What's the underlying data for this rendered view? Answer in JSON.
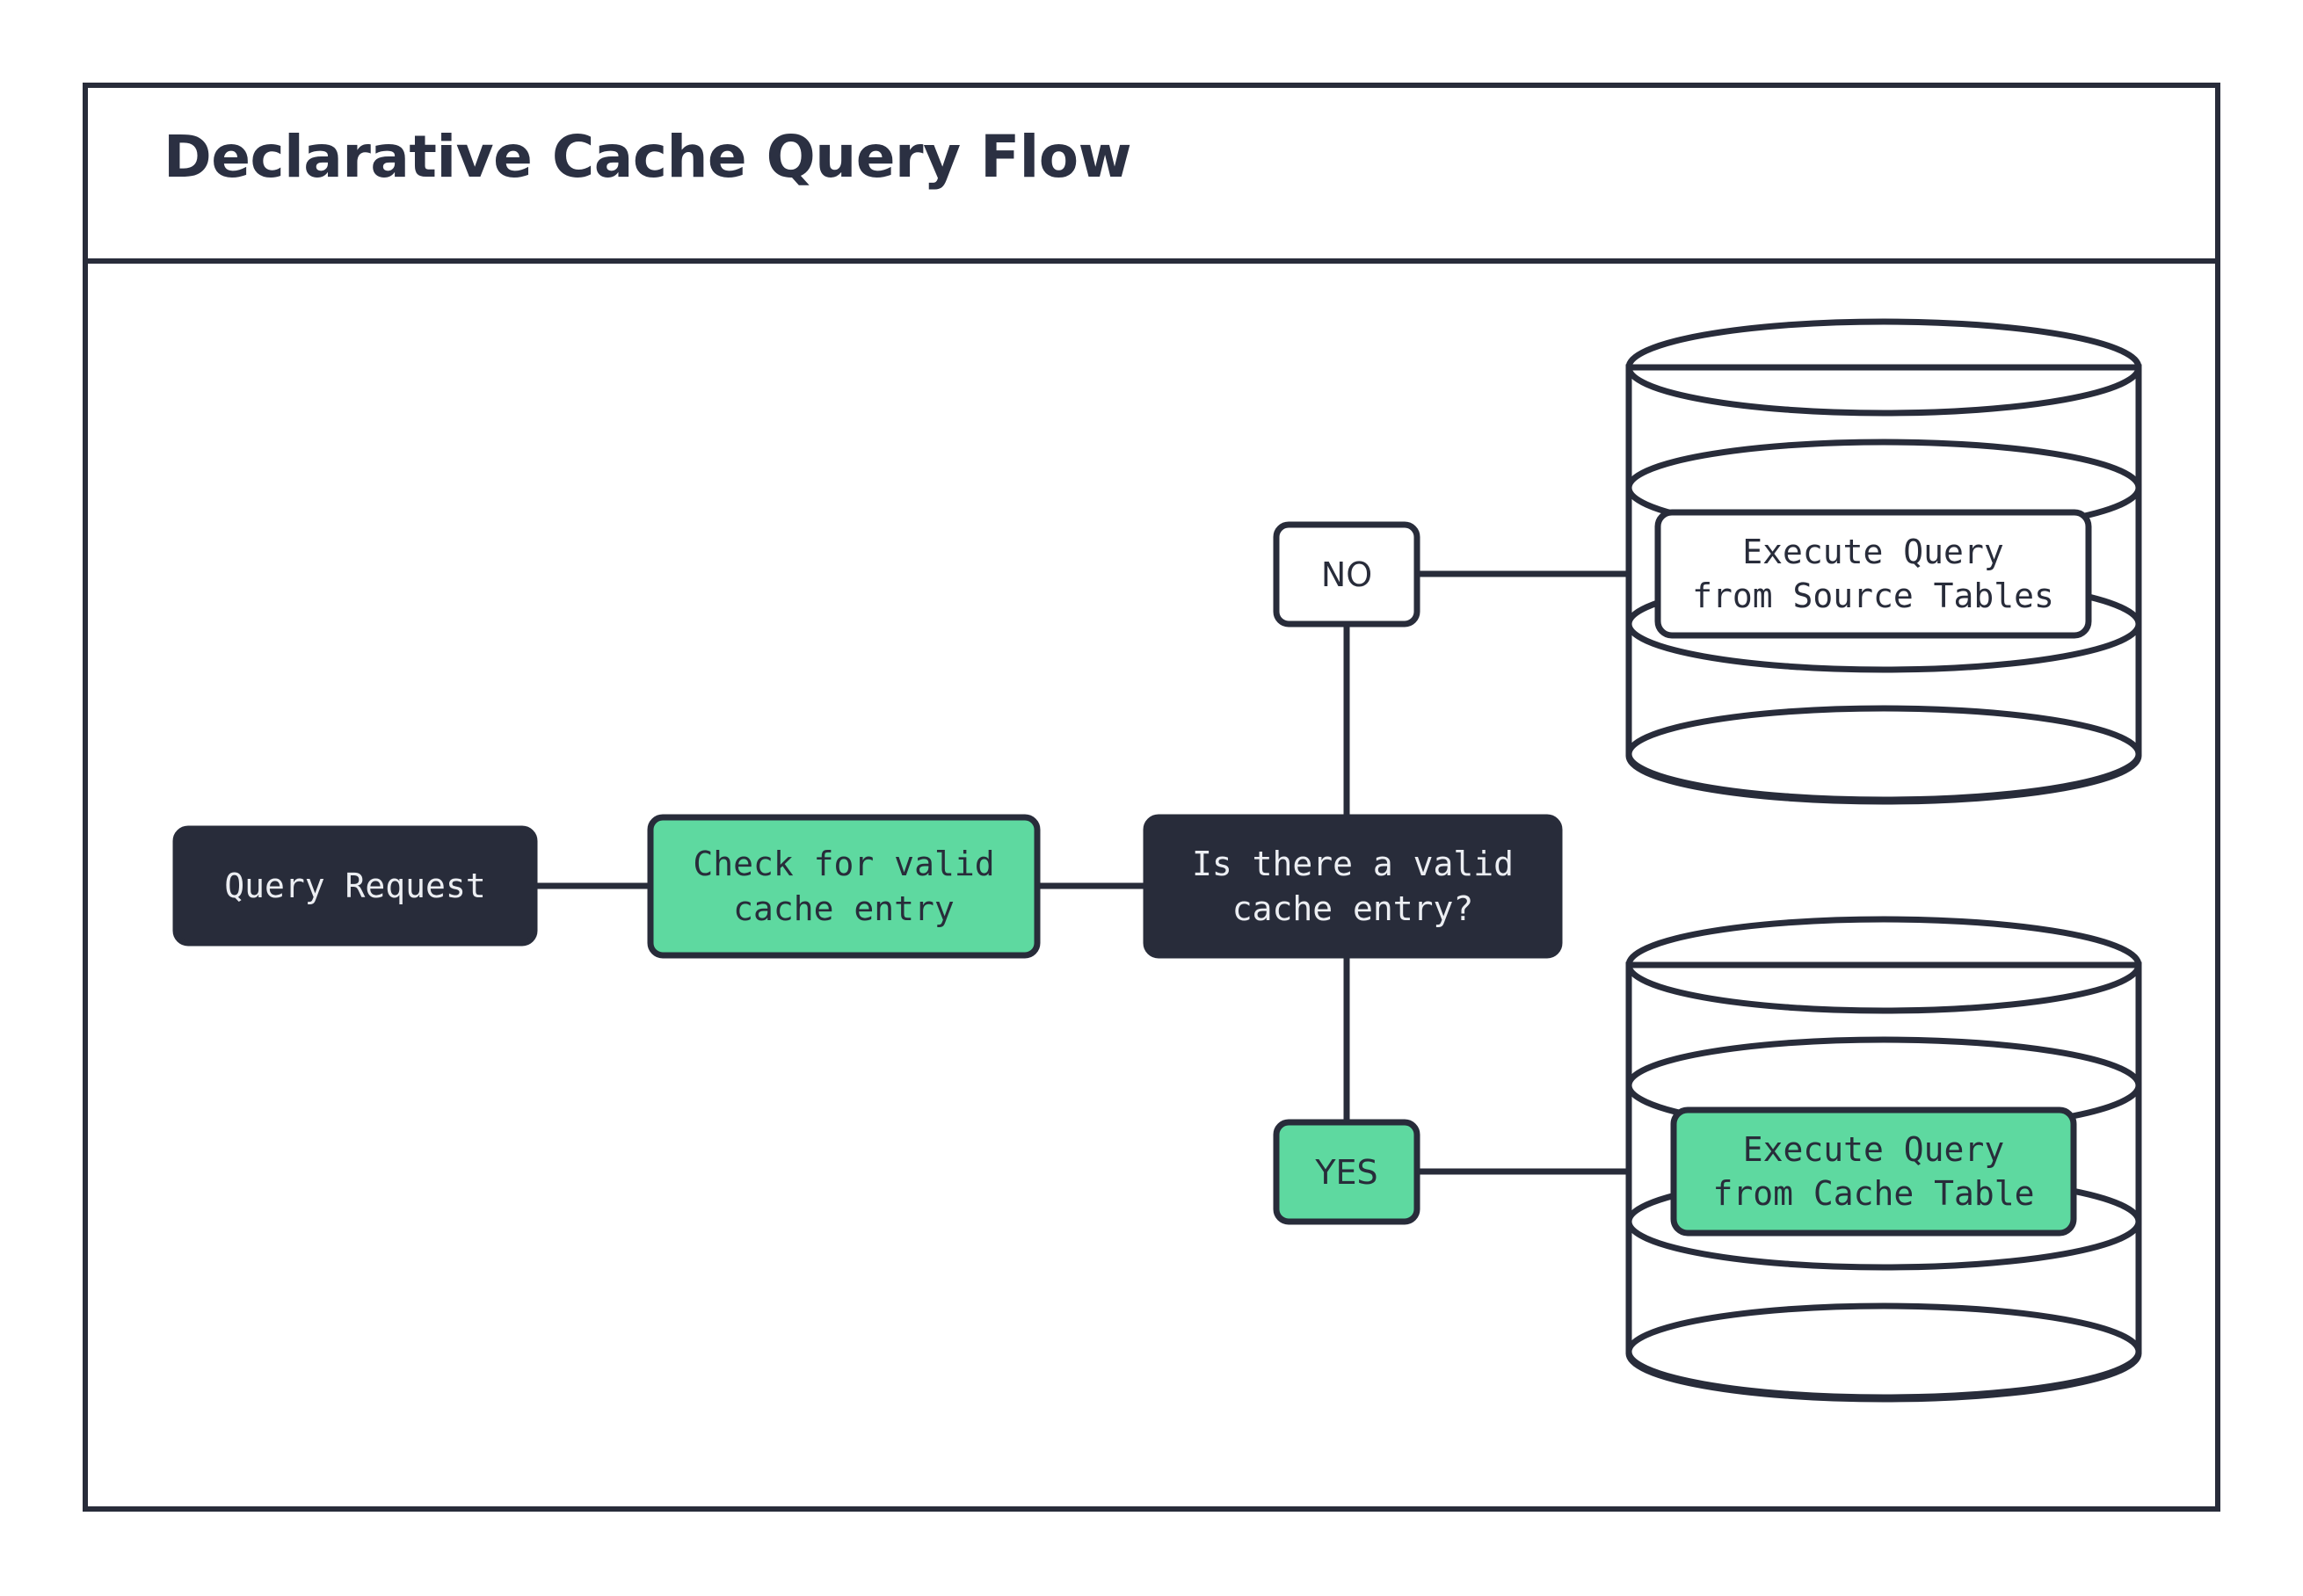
{
  "frame": {
    "title": "Declarative Cache Query Flow",
    "border_color": "#282c3a",
    "background_color": "#ffffff"
  },
  "palette": {
    "dark": "#282c3a",
    "green": "#5ed9a0",
    "white": "#ffffff",
    "text_on_dark": "#eceef2",
    "text_on_light": "#282c3a"
  },
  "diagram": {
    "type": "flowchart",
    "nodes": [
      {
        "id": "query-request",
        "label": "Query Request",
        "shape": "rounded-rect",
        "fill": "#282c3a",
        "text_color": "#eceef2"
      },
      {
        "id": "check-cache",
        "label": "Check for valid\ncache entry",
        "shape": "rounded-rect",
        "fill": "#5ed9a0",
        "text_color": "#282c3a"
      },
      {
        "id": "decision",
        "label": "Is there a valid\ncache entry?",
        "shape": "rounded-rect",
        "fill": "#282c3a",
        "text_color": "#eceef2"
      },
      {
        "id": "source-tables",
        "label": "Execute Query\nfrom Source Tables",
        "shape": "database-cylinder",
        "fill": "#ffffff",
        "text_color": "#282c3a"
      },
      {
        "id": "cache-table",
        "label": "Execute Query\nfrom Cache Table",
        "shape": "database-cylinder",
        "fill": "#5ed9a0",
        "text_color": "#282c3a"
      }
    ],
    "branch_labels": [
      {
        "id": "no",
        "label": "NO",
        "fill": "#ffffff",
        "text_color": "#282c3a"
      },
      {
        "id": "yes",
        "label": "YES",
        "fill": "#5ed9a0",
        "text_color": "#282c3a"
      }
    ],
    "edges": [
      {
        "from": "query-request",
        "to": "check-cache",
        "label": ""
      },
      {
        "from": "check-cache",
        "to": "decision",
        "label": ""
      },
      {
        "from": "decision",
        "to": "source-tables",
        "label": "NO"
      },
      {
        "from": "decision",
        "to": "cache-table",
        "label": "YES"
      }
    ]
  }
}
